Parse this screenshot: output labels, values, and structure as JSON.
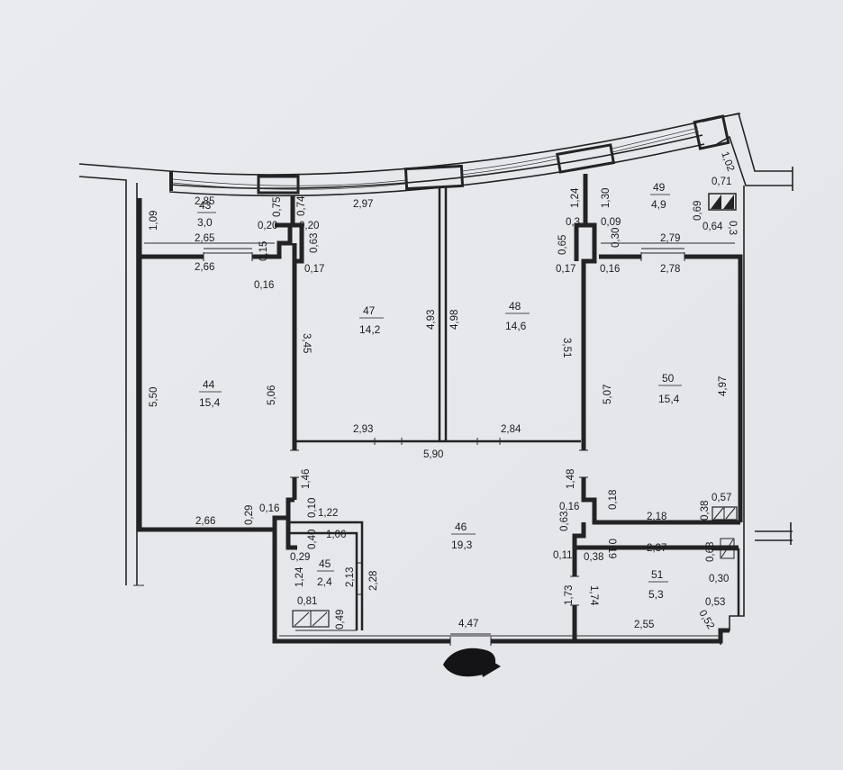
{
  "rooms": [
    {
      "number": "43",
      "area": "3,0"
    },
    {
      "number": "44",
      "area": "15,4"
    },
    {
      "number": "45",
      "area": "2,4"
    },
    {
      "number": "46",
      "area": "19,3"
    },
    {
      "number": "47",
      "area": "14,2"
    },
    {
      "number": "48",
      "area": "14,6"
    },
    {
      "number": "49",
      "area": "4,9"
    },
    {
      "number": "50",
      "area": "15,4"
    },
    {
      "number": "51",
      "area": "5,3"
    }
  ],
  "dimensions": [
    "2,85",
    "0,75",
    "0,20",
    "0,74",
    "0,20",
    "2,97",
    "1,24",
    "1,30",
    "0,3",
    "0,09",
    "0,71",
    "1,02",
    "0,69",
    "0,64",
    "0,3",
    "1,09",
    "2,65",
    "0,15",
    "2,66",
    "0,16",
    "0,63",
    "0,17",
    "0,65",
    "0,30",
    "0,17",
    "0,16",
    "2,79",
    "2,78",
    "5,50",
    "5,06",
    "3,45",
    "4,93",
    "4,98",
    "3,51",
    "5,07",
    "4,97",
    "2,93",
    "2,84",
    "5,90",
    "1,46",
    "0,10",
    "1,48",
    "0,16",
    "0,18",
    "2,18",
    "0,38",
    "0,57",
    "0,29",
    "0,16",
    "2,66",
    "1,22",
    "0,40",
    "1,06",
    "0,29",
    "0,63",
    "0,11",
    "0,38",
    "0,19",
    "2,37",
    "0,68",
    "0,30",
    "1,24",
    "2,13",
    "2,28",
    "1,73",
    "1,74",
    "0,53",
    "0,81",
    "0,49",
    "4,47",
    "2,55",
    "0,52"
  ]
}
